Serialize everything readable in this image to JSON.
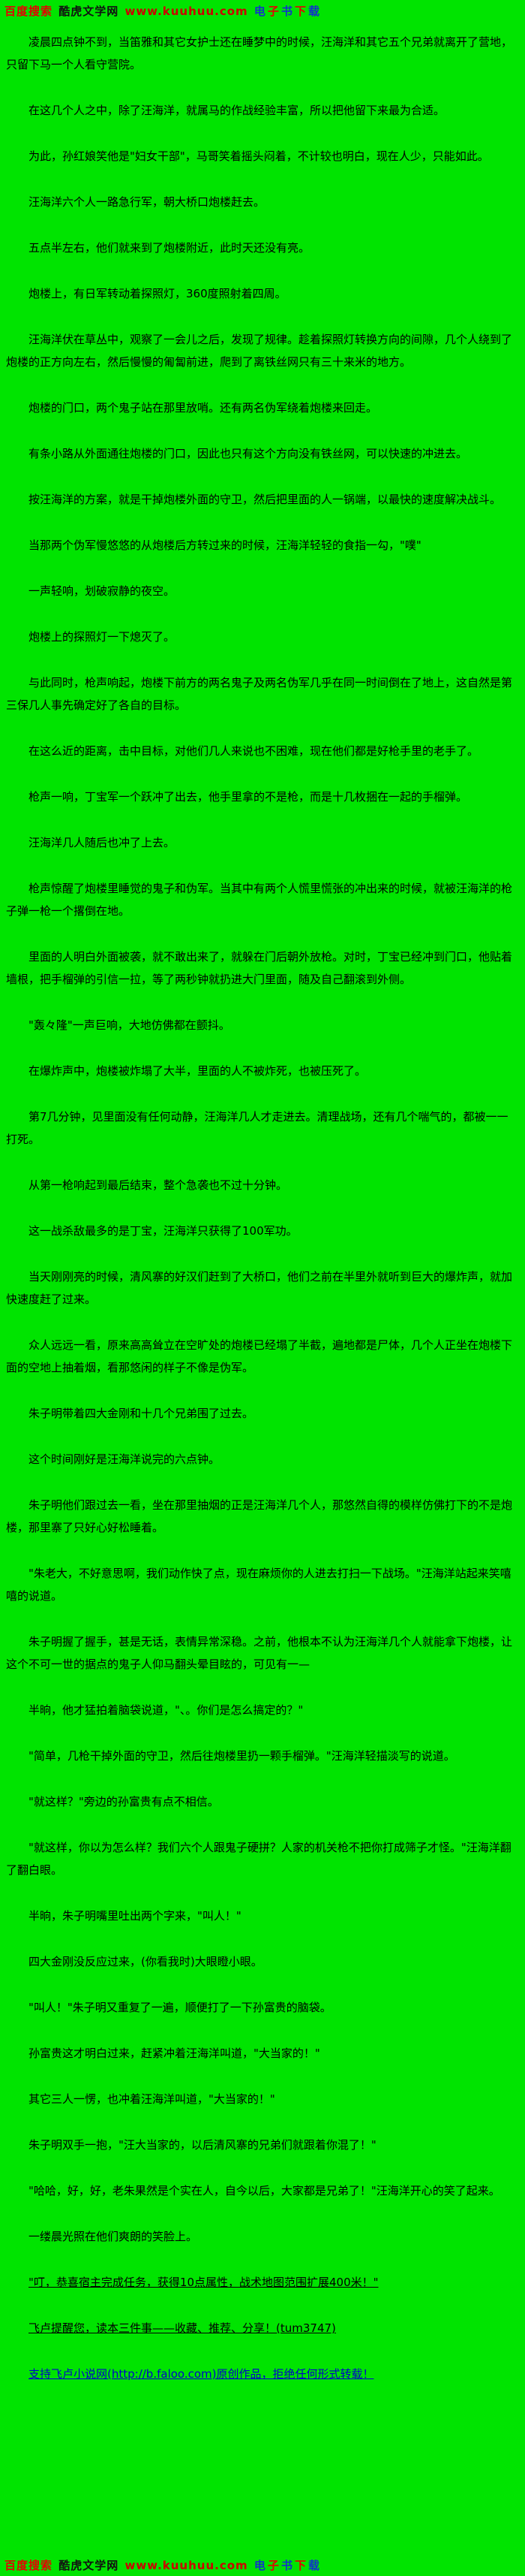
{
  "banner": {
    "segments": [
      {
        "text": "百度搜索 ",
        "color": "#e60000",
        "bold": true,
        "name": "baidu-search-label",
        "interactable": false
      },
      {
        "text": "酷虎文学网 ",
        "color": "#111111",
        "bold": true,
        "name": "site-name",
        "interactable": false
      },
      {
        "text": "www.kuuhuu.com ",
        "color": "#cc0000",
        "bold": true,
        "name": "site-url",
        "interactable": true
      },
      {
        "text": "电",
        "color": "#1133cc",
        "bold": true,
        "name": "ebook-download-char",
        "interactable": false
      },
      {
        "text": "子",
        "color": "#e60000",
        "bold": true,
        "name": "ebook-download-char",
        "interactable": false
      },
      {
        "text": "书",
        "color": "#1133cc",
        "bold": true,
        "name": "ebook-download-char",
        "interactable": false
      },
      {
        "text": "下",
        "color": "#e60000",
        "bold": true,
        "name": "ebook-download-char",
        "interactable": false
      },
      {
        "text": "载",
        "color": "#1133cc",
        "bold": true,
        "name": "ebook-download-char",
        "interactable": false
      }
    ]
  },
  "content": {
    "paragraphs": [
      {
        "text": "凌晨四点钟不到，当笛雅和其它女护士还在睡梦中的时候，汪海洋和其它五个兄弟就离开了营地，只留下马一个人看守营院。",
        "variant": "normal"
      },
      {
        "text": "在这几个人之中，除了汪海洋，就属马的作战经验丰富，所以把他留下来最为合适。",
        "variant": "normal"
      },
      {
        "text": "为此，孙红娘笑他是\"妇女干部\"，马哥笑着摇头闷着，不计较也明白，现在人少，只能如此。",
        "variant": "normal"
      },
      {
        "text": "汪海洋六个人一路急行军，朝大桥口炮楼赶去。",
        "variant": "normal"
      },
      {
        "text": "五点半左右，他们就来到了炮楼附近，此时天还没有亮。",
        "variant": "normal"
      },
      {
        "text": "炮楼上，有日军转动着探照灯，360度照射着四周。",
        "variant": "normal"
      },
      {
        "text": "汪海洋伏在草丛中，观察了一会儿之后，发现了规律。趁着探照灯转换方向的间隙，几个人绕到了炮楼的正方向左右，然后慢慢的匍匐前进，爬到了离铁丝网只有三十来米的地方。",
        "variant": "normal"
      },
      {
        "text": "炮楼的门口，两个鬼子站在那里放哨。还有两名伪军绕着炮楼来回走。",
        "variant": "normal"
      },
      {
        "text": "有条小路从外面通往炮楼的门口，因此也只有这个方向没有铁丝网，可以快速的冲进去。",
        "variant": "normal"
      },
      {
        "text": "按汪海洋的方案，就是干掉炮楼外面的守卫，然后把里面的人一锅端，以最快的速度解决战斗。",
        "variant": "normal"
      },
      {
        "text": "当那两个伪军慢悠悠的从炮楼后方转过来的时候，汪海洋轻轻的食指一勾，\"噗\"",
        "variant": "normal"
      },
      {
        "text": "一声轻响，划破寂静的夜空。",
        "variant": "normal"
      },
      {
        "text": "炮楼上的探照灯一下熄灭了。",
        "variant": "normal"
      },
      {
        "text": "与此同时，枪声响起，炮楼下前方的两名鬼子及两名伪军几乎在同一时间倒在了地上，这自然是第三保几人事先确定好了各自的目标。",
        "variant": "normal"
      },
      {
        "text": "在这么近的距离，击中目标，对他们几人来说也不困难，现在他们都是好枪手里的老手了。",
        "variant": "normal"
      },
      {
        "text": "枪声一响，丁宝军一个跃冲了出去，他手里拿的不是枪，而是十几枚捆在一起的手榴弹。",
        "variant": "normal"
      },
      {
        "text": "汪海洋几人随后也冲了上去。",
        "variant": "normal"
      },
      {
        "text": "枪声惊醒了炮楼里睡觉的鬼子和伪军。当其中有两个人慌里慌张的冲出来的时候，就被汪海洋的枪子弹一枪一个撂倒在地。",
        "variant": "normal"
      },
      {
        "text": "里面的人明白外面被袭，就不敢出来了，就躲在门后朝外放枪。对时，丁宝已经冲到门口，他贴着墙根，把手榴弹的引信一拉，等了两秒钟就扔进大门里面，随及自己翻滚到外侧。",
        "variant": "normal"
      },
      {
        "text": "\"轰々隆\"一声巨响，大地仿佛都在颤抖。",
        "variant": "normal"
      },
      {
        "text": "在爆炸声中，炮楼被炸塌了大半，里面的人不被炸死，也被压死了。",
        "variant": "normal"
      },
      {
        "text": "第7几分钟，见里面没有任何动静，汪海洋几人才走进去。清理战场，还有几个喘气的，都被一一打死。",
        "variant": "normal"
      },
      {
        "text": "从第一枪响起到最后结束，整个急袭也不过十分钟。",
        "variant": "normal"
      },
      {
        "text": "这一战杀敌最多的是丁宝，汪海洋只获得了100军功。",
        "variant": "normal"
      },
      {
        "text": "当天刚刚亮的时候，清风寨的好汉们赶到了大桥口，他们之前在半里外就听到巨大的爆炸声，就加快速度赶了过来。",
        "variant": "normal"
      },
      {
        "text": "众人远远一看，原来高高耸立在空旷处的炮楼已经塌了半截，遍地都是尸体，几个人正坐在炮楼下面的空地上抽着烟，看那悠闲的样子不像是伪军。",
        "variant": "normal"
      },
      {
        "text": "朱子明带着四大金刚和十几个兄弟围了过去。",
        "variant": "normal"
      },
      {
        "text": "这个时间刚好是汪海洋说完的六点钟。",
        "variant": "normal"
      },
      {
        "text": "朱子明他们跟过去一看，坐在那里抽烟的正是汪海洋几个人，那悠然自得的模样仿佛打下的不是炮楼，那里寨了只好心好松睡着。",
        "variant": "normal"
      },
      {
        "text": "\"朱老大，不好意思啊，我们动作快了点，现在麻烦你的人进去打扫一下战场。\"汪海洋站起来笑嘻嘻的说道。",
        "variant": "normal"
      },
      {
        "text": "朱子明握了握手，甚是无话，表情异常深稳。之前，他根本不认为汪海洋几个人就能拿下炮楼，让这个不可一世的据点的鬼子人仰马翻头晕目眩的，可见有一—",
        "variant": "normal"
      },
      {
        "text": "半晌，他才猛拍着脑袋说道，\"、。你们是怎么搞定的？\"",
        "variant": "normal"
      },
      {
        "text": "\"简单，几枪干掉外面的守卫，然后往炮楼里扔一颗手榴弹。\"汪海洋轻描淡写的说道。",
        "variant": "normal"
      },
      {
        "text": "\"就这样？\"旁边的孙富贵有点不相信。",
        "variant": "normal"
      },
      {
        "text": "\"就这样，你以为怎么样？我们六个人跟鬼子硬拼？人家的机关枪不把你打成筛子才怪。\"汪海洋翻了翻白眼。",
        "variant": "normal"
      },
      {
        "text": "半晌，朱子明嘴里吐出两个字来，\"叫人！\"",
        "variant": "normal"
      },
      {
        "text": "四大金刚没反应过来，(你看我时)大眼瞪小眼。",
        "variant": "normal"
      },
      {
        "text": "\"叫人！\"朱子明又重复了一遍，顺便打了一下孙富贵的脑袋。",
        "variant": "normal"
      },
      {
        "text": "孙富贵这才明白过来，赶紧冲着汪海洋叫道，\"大当家的！\"",
        "variant": "normal"
      },
      {
        "text": "其它三人一愣，也冲着汪海洋叫道，\"大当家的！\"",
        "variant": "normal"
      },
      {
        "text": "朱子明双手一抱，\"汪大当家的，以后清风寨的兄弟们就跟着你混了！\"",
        "variant": "normal"
      },
      {
        "text": "\"哈哈，好，好，老朱果然是个实在人，自今以后，大家都是兄弟了！\"汪海洋开心的笑了起来。",
        "variant": "normal"
      },
      {
        "text": "一缕晨光照在他们爽朗的笑脸上。",
        "variant": "normal"
      },
      {
        "text": "\"叮，恭喜宿主完成任务，获得10点属性，战术地图范围扩展400米！\"",
        "variant": "underline"
      },
      {
        "text": "飞卢提醒您，读本三件事——收藏、推荐、分享！(tum3747)",
        "variant": "underline"
      },
      {
        "text": "支持飞卢小说网(http://b.faloo.com)原创作品，拒绝任何形式转载！",
        "variant": "link"
      }
    ]
  }
}
